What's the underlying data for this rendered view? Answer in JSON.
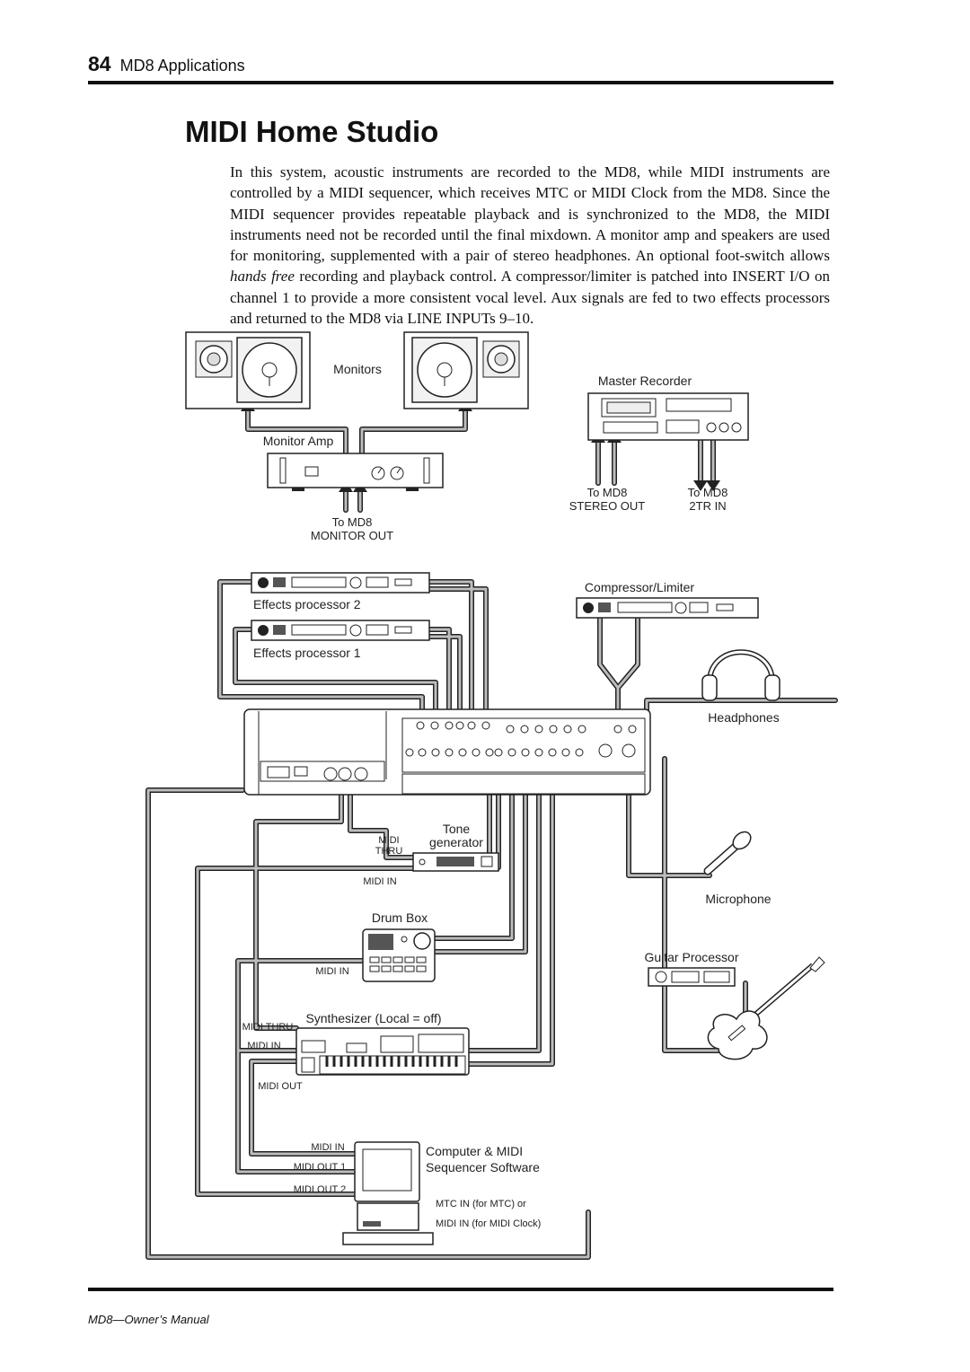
{
  "header": {
    "page_number": "84",
    "section": "MD8 Applications"
  },
  "title": "MIDI Home Studio",
  "intro": {
    "part1": "In this system, acoustic instruments are recorded to the MD8, while MIDI instruments are controlled by a MIDI sequencer, which receives MTC or MIDI Clock from the MD8. Since the MIDI sequencer provides repeatable playback and is synchronized to the MD8, the MIDI instruments need not be recorded until the final mixdown. A monitor amp and speakers are used for monitoring, supplemented with a pair of stereo headphones. An optional foot-switch allows ",
    "emphasis": "hands free",
    "part2": " recording and playback control. A compressor/limiter is patched into INSERT I/O on channel 1 to provide a more consistent vocal level. Aux signals are fed to two effects processors and returned to the MD8 via LINE INPUTs 9–10."
  },
  "labels": {
    "monitors": "Monitors",
    "monitor_amp": "Monitor Amp",
    "to_md8_monitor_1": "To MD8",
    "to_md8_monitor_2": "MONITOR OUT",
    "master_recorder": "Master Recorder",
    "to_md8_stereo_1": "To MD8",
    "to_md8_stereo_2": "STEREO OUT",
    "to_md8_2trin_1": "To MD8",
    "to_md8_2trin_2": "2TR IN",
    "effects_2": "Effects processor 2",
    "effects_1": "Effects processor 1",
    "compressor": "Compressor/Limiter",
    "headphones": "Headphones",
    "tone_1": "Tone",
    "tone_2": "generator",
    "midi_thru_tone_1": "MIDI",
    "midi_thru_tone_2": "THRU",
    "midi_in_tone": "MIDI IN",
    "microphone": "Microphone",
    "drum_box": "Drum Box",
    "midi_in_drum": "MIDI IN",
    "guitar_processor": "Guitar Processor",
    "synthesizer": "Synthesizer (Local = off)",
    "midi_thru_synth": "MIDI THRU",
    "midi_in_synth": "MIDI IN",
    "midi_out_synth": "MIDI OUT",
    "computer_midi_in": "MIDI IN",
    "computer_midi_out1": "MIDI OUT 1",
    "computer_midi_out2": "MIDI OUT 2",
    "computer_1": "Computer & MIDI",
    "computer_2": "Sequencer Software",
    "mtc_in": "MTC IN (for MTC) or",
    "midi_in_clock": "MIDI IN (for MIDI Clock)"
  },
  "footer": "MD8—Owner’s Manual"
}
